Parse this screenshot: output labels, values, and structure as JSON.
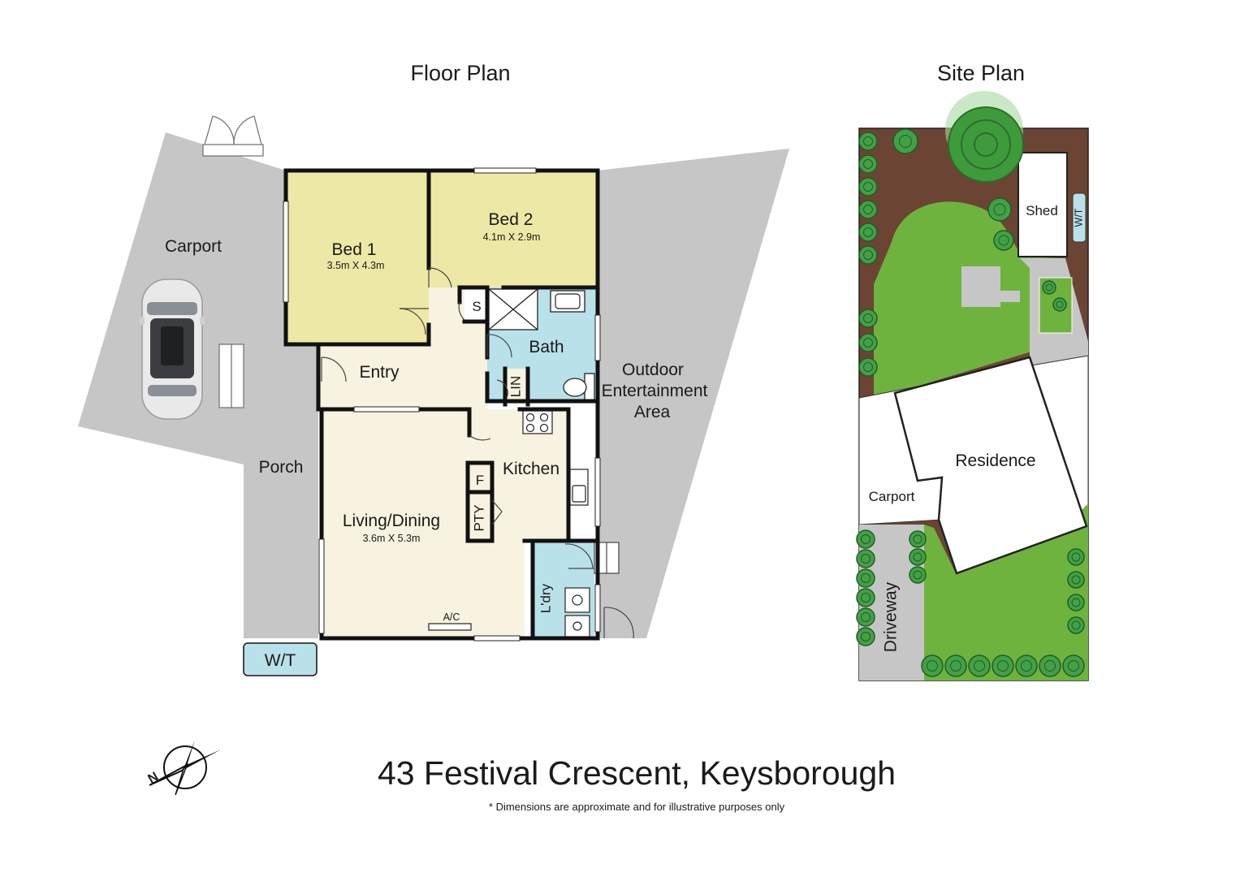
{
  "floor_plan": {
    "title": "Floor Plan",
    "rooms": {
      "carport": "Carport",
      "bed1": "Bed 1",
      "bed1_dim": "3.5m X 4.3m",
      "bed2": "Bed 2",
      "bed2_dim": "4.1m X 2.9m",
      "storage": "S",
      "bath": "Bath",
      "entry": "Entry",
      "linen": "LIN",
      "outdoor_line1": "Outdoor",
      "outdoor_line2": "Entertainment",
      "outdoor_line3": "Area",
      "porch": "Porch",
      "kitchen": "Kitchen",
      "fridge": "F",
      "pantry": "PTY",
      "living": "Living/Dining",
      "living_dim": "3.6m X 5.3m",
      "laundry": "L'dry",
      "ac": "A/C",
      "water_tank": "W/T"
    }
  },
  "site_plan": {
    "title": "Site Plan",
    "labels": {
      "shed": "Shed",
      "water_tank": "W/T",
      "residence": "Residence",
      "carport": "Carport",
      "driveway": "Driveway"
    }
  },
  "footer": {
    "address": "43 Festival Crescent, Keysborough",
    "disclaimer": "* Dimensions are approximate and for illustrative purposes only",
    "compass_label": "N"
  },
  "colors": {
    "bedroom": "#eee8a6",
    "living": "#f8f3e0",
    "wet_area": "#b9e1ea",
    "outdoor": "#c6c6c6",
    "lawn": "#6fb33f",
    "garden_bed": "#6b4434",
    "walls": "#111111"
  }
}
